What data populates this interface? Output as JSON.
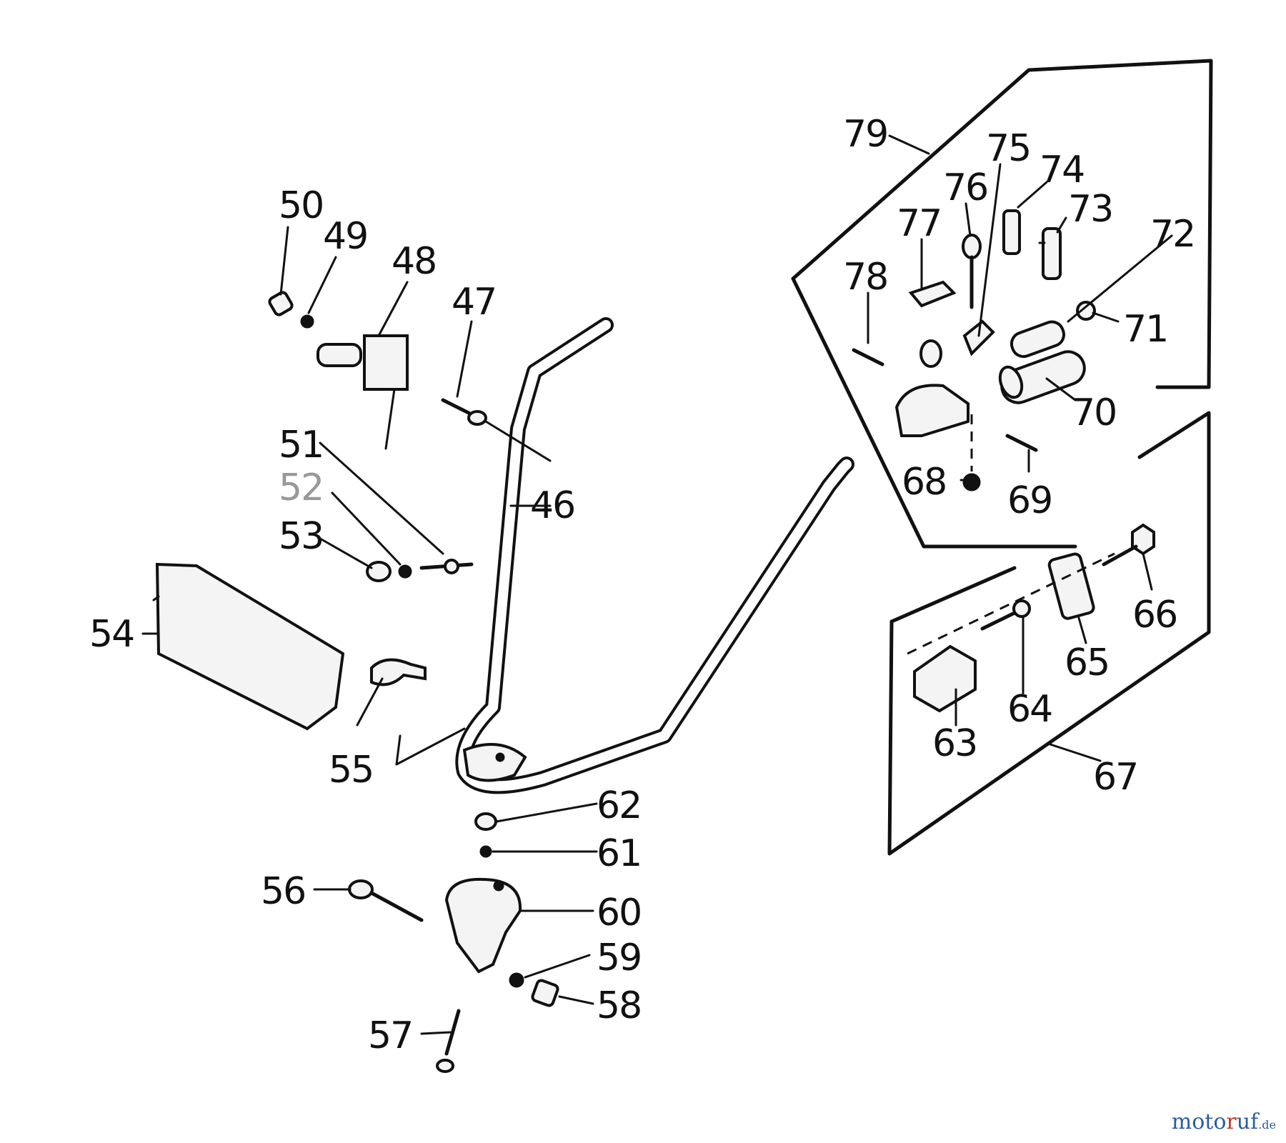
{
  "labels": {
    "l46": "46",
    "l47": "47",
    "l48": "48",
    "l49": "49",
    "l50": "50",
    "l51": "51",
    "l52": "52",
    "l53": "53",
    "l54": "54",
    "l55": "55",
    "l56": "56",
    "l57": "57",
    "l58": "58",
    "l59": "59",
    "l60": "60",
    "l61": "61",
    "l62": "62",
    "l63": "63",
    "l64": "64",
    "l65": "65",
    "l66": "66",
    "l67": "67",
    "l68": "68",
    "l69": "69",
    "l70": "70",
    "l71": "71",
    "l72": "72",
    "l73": "73",
    "l74": "74",
    "l75": "75",
    "l76": "76",
    "l77": "77",
    "l78": "78",
    "l79": "79"
  },
  "watermark": {
    "name_start": "moto",
    "name_accent": "r",
    "name_end": "uf",
    "tld": ".de"
  },
  "colors": {
    "ink": "#111111",
    "watermark_blue": "#2a5d9f",
    "watermark_red": "#c0392b"
  }
}
